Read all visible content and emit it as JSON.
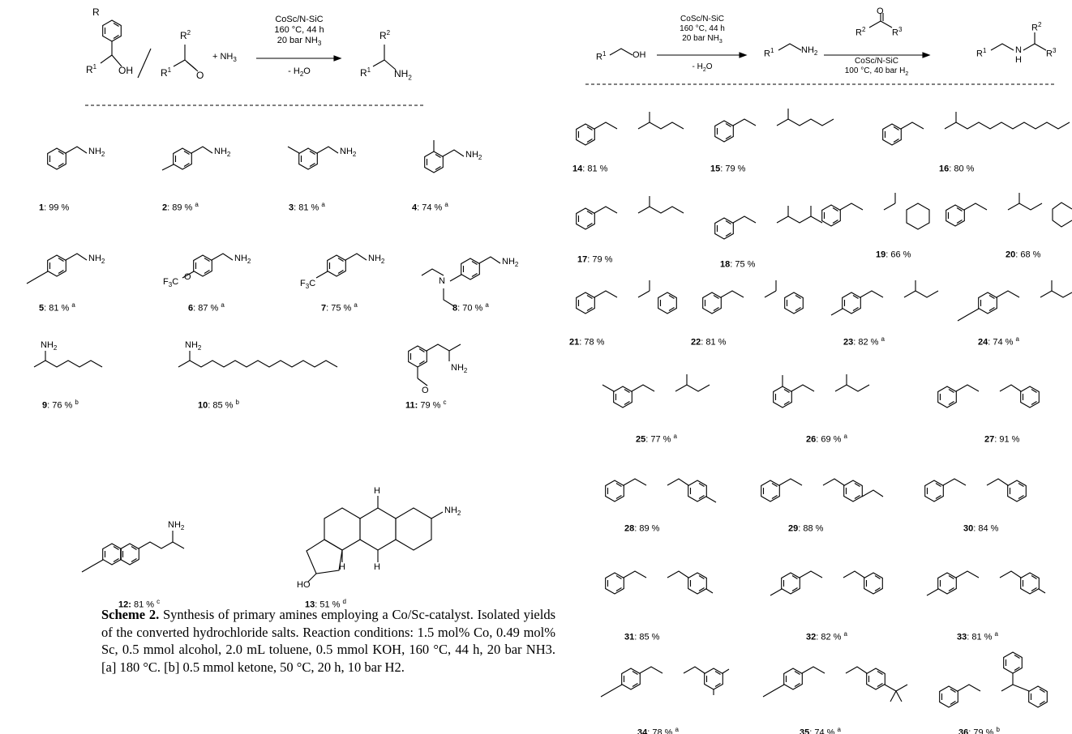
{
  "left_scheme": {
    "conditions": [
      "CoSc/N-SiC",
      "160 °C, 44 h",
      "20 bar NH",
      "- H",
      "O"
    ],
    "plus_nh3": "+ NH",
    "dehydrate": "- H2O"
  },
  "right_scheme": {
    "step1": [
      "CoSc/N-SiC",
      "160 °C, 44 h",
      "20 bar NH",
      "- H",
      "O"
    ],
    "step2": [
      "CoSc/N-SiC",
      "100 °C, 40 bar H"
    ]
  },
  "compounds": [
    {
      "num": "1",
      "yield": ": 99 %",
      "note": ""
    },
    {
      "num": "2",
      "yield": ": 89 %",
      "note": "a"
    },
    {
      "num": "3",
      "yield": ": 81 %",
      "note": "a"
    },
    {
      "num": "4",
      "yield": ": 74 %",
      "note": "a"
    },
    {
      "num": "5",
      "yield": ": 81 %",
      "note": "a"
    },
    {
      "num": "6",
      "yield": ": 87 %",
      "note": "a"
    },
    {
      "num": "7",
      "yield": ": 75 %",
      "note": "a"
    },
    {
      "num": "8",
      "yield": ": 70 %",
      "note": "a"
    },
    {
      "num": "9",
      "yield": ": 76 %",
      "note": "b"
    },
    {
      "num": "10",
      "yield": ": 85 %",
      "note": "b"
    },
    {
      "num": "11:",
      "yield": " 79 %",
      "note": "c"
    },
    {
      "num": "12:",
      "yield": " 81 %",
      "note": "c"
    },
    {
      "num": "13",
      "yield": ": 51 %",
      "note": "d"
    },
    {
      "num": "14",
      "yield": ": 81 %",
      "note": ""
    },
    {
      "num": "15",
      "yield": ": 79 %",
      "note": ""
    },
    {
      "num": "16",
      "yield": ": 80 %",
      "note": ""
    },
    {
      "num": "17",
      "yield": ": 79 %",
      "note": ""
    },
    {
      "num": "18",
      "yield": ": 75 %",
      "note": ""
    },
    {
      "num": "19",
      "yield": ": 66 %",
      "note": ""
    },
    {
      "num": "20",
      "yield": ": 68 %",
      "note": ""
    },
    {
      "num": "21",
      "yield": ": 78 %",
      "note": ""
    },
    {
      "num": "22",
      "yield": ": 81 %",
      "note": ""
    },
    {
      "num": "23",
      "yield": ": 82 %",
      "note": "a"
    },
    {
      "num": "24",
      "yield": ": 74 %",
      "note": "a"
    },
    {
      "num": "25",
      "yield": ": 77 %",
      "note": "a"
    },
    {
      "num": "26",
      "yield": ": 69 %",
      "note": "a"
    },
    {
      "num": "27",
      "yield": ": 91 %",
      "note": ""
    },
    {
      "num": "28",
      "yield": ": 89 %",
      "note": ""
    },
    {
      "num": "29",
      "yield": ": 88 %",
      "note": ""
    },
    {
      "num": "30",
      "yield": ": 84 %",
      "note": ""
    },
    {
      "num": "31",
      "yield": ":  85 %",
      "note": ""
    },
    {
      "num": "32",
      "yield": ": 82 %",
      "note": "a"
    },
    {
      "num": "33",
      "yield": ": 81 %",
      "note": "a"
    },
    {
      "num": "34",
      "yield": ": 78 %",
      "note": "a"
    },
    {
      "num": "35",
      "yield": ": 74 %",
      "note": "a"
    },
    {
      "num": "36",
      "yield": ": 79 %",
      "note": "b"
    }
  ],
  "caption": {
    "title": "Scheme 2.",
    "body": " Synthesis of primary amines employing a Co/Sc-catalyst. Isolated yields of the converted hydrochloride salts. Reaction conditions: 1.5 mol% Co, 0.49 mol% Sc, 0.5 mmol alcohol, 2.0 mL toluene, 0.5 mmol KOH, 160 °C, 44 h, 20 bar NH3. [a] 180 °C. [b] 0.5 mmol ketone, 50 °C, 20 h, 10 bar H2."
  }
}
